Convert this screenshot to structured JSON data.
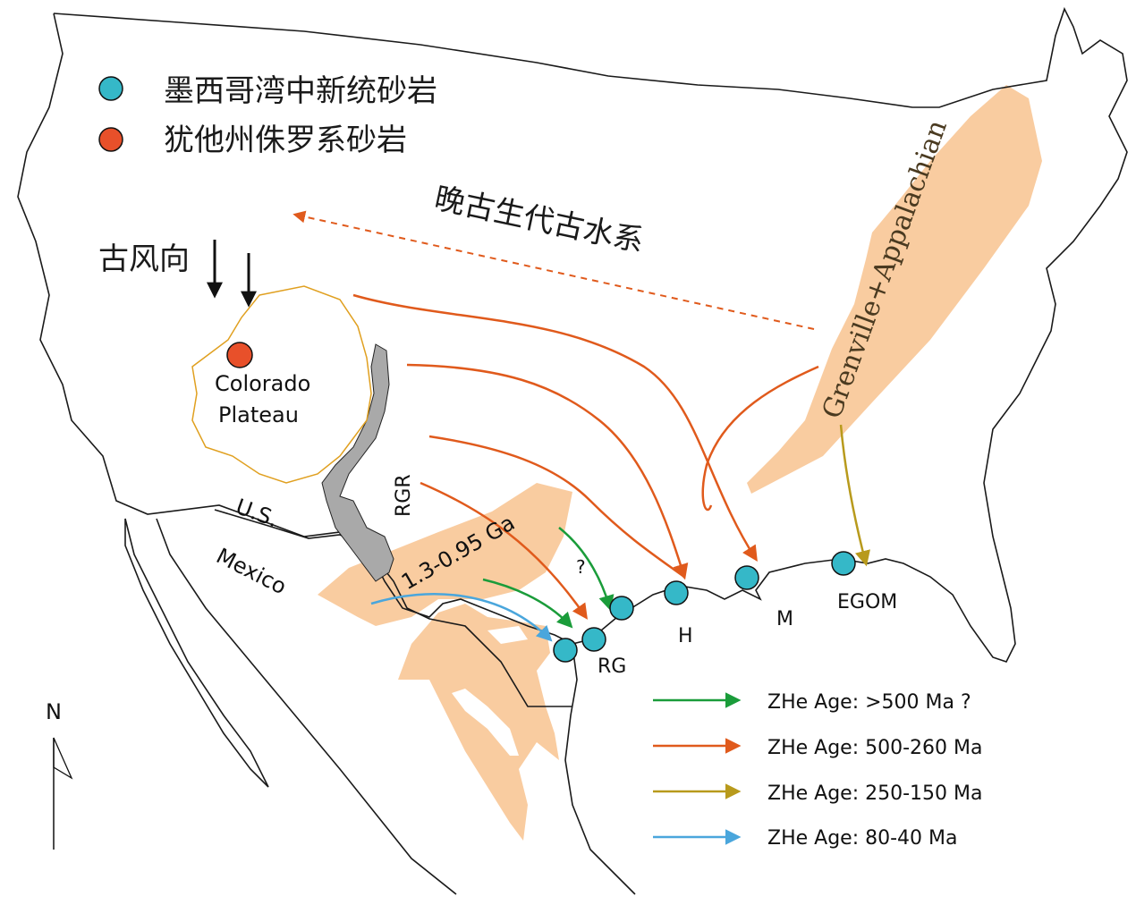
{
  "legend_points": {
    "gulf": {
      "label": "墨西哥湾中新统砂岩",
      "color": "#35b8c8"
    },
    "utah": {
      "label": "犹他州侏罗系砂岩",
      "color": "#e8502a"
    }
  },
  "labels": {
    "paleozoic_drainage": "晚古生代古水系",
    "paleowind": "古风向",
    "colorado_plateau_line1": "Colorado",
    "colorado_plateau_line2": "Plateau",
    "grenville": "Grenville+Appalachian",
    "rgr": "RGR",
    "grenville_age": "1.3-0.95 Ga",
    "us": "U.S.",
    "mexico": "Mexico",
    "north": "N",
    "question": "?",
    "rg": "RG",
    "h": "H",
    "m": "M",
    "egom": "EGOM"
  },
  "zhe_legend": [
    {
      "label": "ZHe Age: >500 Ma ?",
      "color": "#1a9c3a"
    },
    {
      "label": "ZHe Age: 500-260 Ma",
      "color": "#e05a1c"
    },
    {
      "label": "ZHe Age: 250-150 Ma",
      "color": "#b89a1c"
    },
    {
      "label": "ZHe Age: 80-40 Ma",
      "color": "#4aa6dc"
    }
  ],
  "colors": {
    "orogen_fill": "#f9ccA0",
    "rift_fill": "#a9a9a9",
    "plateau_outline": "#e0a020",
    "gulf_point": "#35b8c8",
    "utah_point": "#e8502a"
  }
}
